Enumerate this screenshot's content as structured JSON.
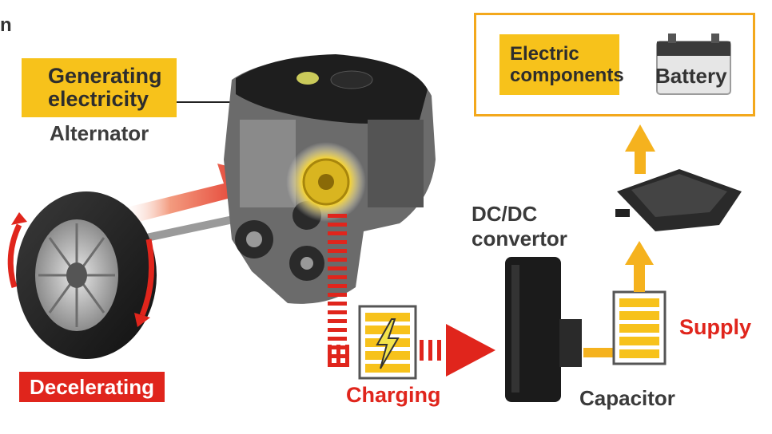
{
  "labels": {
    "corner_text": "n",
    "generating_line1": "Generating",
    "generating_line2": "electricity",
    "alternator": "Alternator",
    "decelerating": "Decelerating",
    "dcdc_line1": "DC/DC",
    "dcdc_line2": "convertor",
    "supply": "Supply",
    "charging": "Charging",
    "capacitor": "Capacitor",
    "electric_line1": "Electric",
    "electric_line2": "components",
    "battery": "Battery"
  },
  "colors": {
    "accent_yellow": "#f7c21b",
    "accent_red": "#e0251c",
    "accent_orange": "#f3a81c",
    "text_dark": "#3a3a3a"
  },
  "icons": [
    "wheel-icon",
    "engine-icon",
    "alternator-icon",
    "capacitor-icon",
    "dcdc-convertor-icon",
    "battery-icon",
    "lightning-icon"
  ]
}
